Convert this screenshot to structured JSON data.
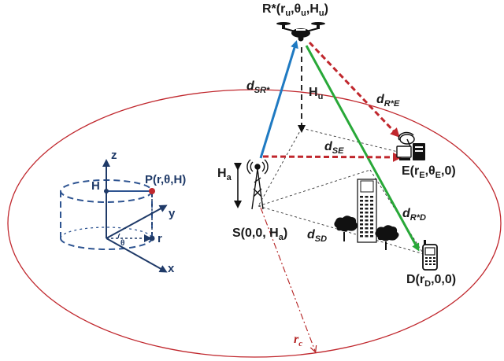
{
  "colors": {
    "ellipse": "#c0272d",
    "blue_link": "#1f7ac2",
    "green_link": "#28a838",
    "red_dashed": "#c0272d",
    "cylinder": "#2e5491",
    "text": "#1a1a1a"
  },
  "labels": {
    "uav": "R*(r",
    "uav_sub_u1": "u",
    "uav_theta": ",θ",
    "uav_sub_u2": "u",
    "uav_H": ",H",
    "uav_sub_u3": "u",
    "uav_close": ")",
    "Hu": "H",
    "Hu_sub": "u",
    "Ha": "H",
    "Ha_sub": "a",
    "d_SR": "d",
    "d_SR_sub": "SR*",
    "d_RE": "d",
    "d_RE_sub": "R*E",
    "d_SE": "d",
    "d_SE_sub": "SE",
    "d_RD": "d",
    "d_RD_sub": "R*D",
    "d_SD": "d",
    "d_SD_sub": "SD",
    "source": "S(0,0, H",
    "source_sub": "a",
    "source_close": ")",
    "eve": "E(r",
    "eve_sub1": "E",
    "eve_theta": ",θ",
    "eve_sub2": "E",
    "eve_close": ",0)",
    "dest": "D(r",
    "dest_sub": "D",
    "dest_close": ",0,0)",
    "rc": "r",
    "rc_sub": "c"
  },
  "cylinder": {
    "z": "z",
    "y": "y",
    "x": "x",
    "H": "H",
    "r": "r",
    "theta": "θ",
    "point": "P(r,θ,H)"
  },
  "icons": [
    "uav-drone-icon",
    "base-station-icon",
    "eavesdropper-computer-icon",
    "mobile-phone-icon",
    "tree-icon",
    "building-icon"
  ]
}
